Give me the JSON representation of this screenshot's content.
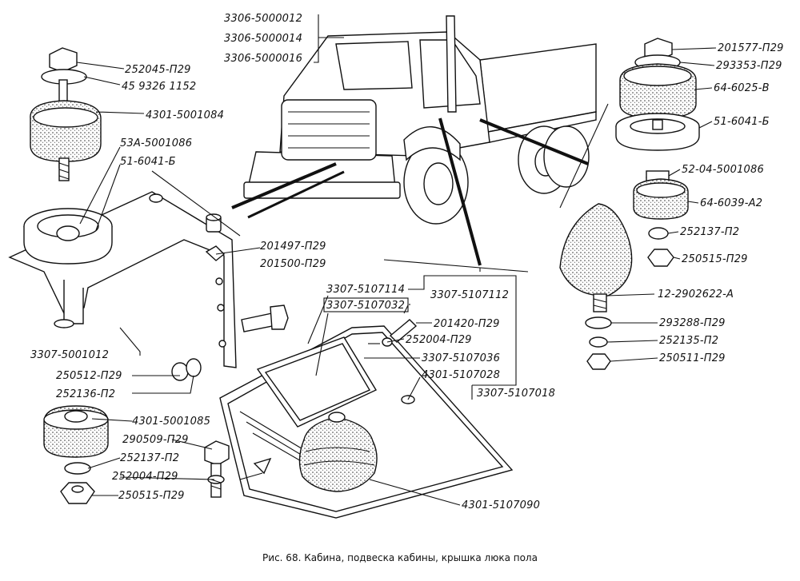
{
  "caption": "Рис. 68. Кабина, подвеска кабины, крышка люка пола",
  "labels": {
    "l3306_12": "3306-5000012",
    "l3306_14": "3306-5000014",
    "l3306_16": "3306-5000016",
    "l252045": "252045-П29",
    "l459326": "45 9326 1152",
    "l4301_84": "4301-5001084",
    "l53a": "53А-5001086",
    "l516041_left": "51-6041-Б",
    "l201497": "201497-П29",
    "l201500": "201500-П29",
    "l3307_12": "3307-5001012",
    "l250512": "250512-П29",
    "l252136": "252136-П2",
    "l4301_85": "4301-5001085",
    "l290509": "290509-П29",
    "l252137_left": "252137-П2",
    "l252004_left": "252004-П29",
    "l250515_left": "250515-П29",
    "l3307_114": "3307-5107114",
    "l3307_032": "3307-5107032",
    "l3307_112": "3307-5107112",
    "l201420": "201420-П29",
    "l252004_mid": "252004-П29",
    "l3307_036": "3307-5107036",
    "l4301_028": "4301-5107028",
    "l3307_018": "3307-5107018",
    "l4301_090": "4301-5107090",
    "l201577": "201577-П29",
    "l293353": "293353-П29",
    "l64_6025": "64-6025-В",
    "l516041_right": "51-6041-Б",
    "l52_04": "52-04-5001086",
    "l64_6039": "64-6039-А2",
    "l252137_right": "252137-П2",
    "l250515_right": "250515-П29",
    "l12_2902": "12-2902622-А",
    "l293288": "293288-П29",
    "l252135": "252135-П2",
    "l250511": "250511-П29"
  }
}
